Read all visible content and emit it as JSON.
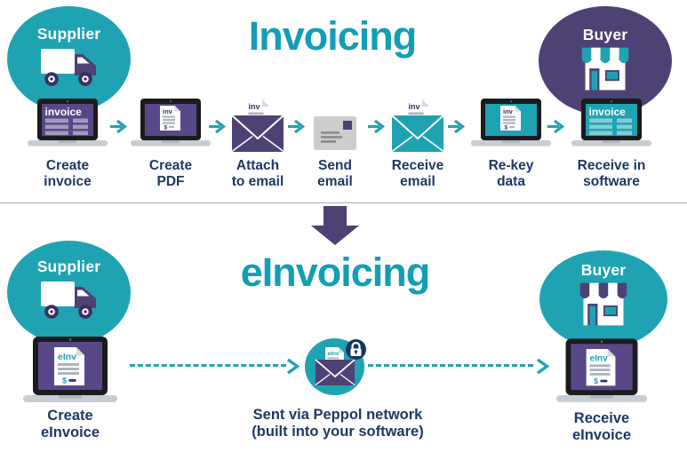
{
  "titles": {
    "invoicing": "Invoicing",
    "einvoicing": "eInvoicing"
  },
  "actors": {
    "supplier": "Supplier",
    "buyer": "Buyer"
  },
  "screen_text": {
    "invoice": "invoice",
    "inv": "inv",
    "einv": "eInv",
    "dollar": "$"
  },
  "top_flow": {
    "steps": [
      {
        "icon": "laptop-invoice-purple",
        "line1": "Create",
        "line2": "invoice"
      },
      {
        "icon": "laptop-pdf-purple",
        "line1": "Create",
        "line2": "PDF"
      },
      {
        "icon": "envelope-open-purple",
        "line1": "Attach",
        "line2": "to email"
      },
      {
        "icon": "envelope-closed-gray",
        "line1": "Send",
        "line2": "email"
      },
      {
        "icon": "envelope-open-teal",
        "line1": "Receive",
        "line2": "email"
      },
      {
        "icon": "laptop-pdf-teal",
        "line1": "Re-key",
        "line2": "data"
      },
      {
        "icon": "laptop-invoice-teal",
        "line1": "Receive in",
        "line2": "software"
      }
    ]
  },
  "bottom_flow": {
    "create": {
      "line1": "Create",
      "line2": "eInvoice"
    },
    "network": {
      "line1": "Sent via Peppol network",
      "line2": "(built into your software)"
    },
    "receive": {
      "line1": "Receive",
      "line2": "eInvoice"
    }
  },
  "colors": {
    "teal": "#1FA3B3",
    "teal_title": "#129EB4",
    "purple": "#4E4174",
    "purple_screen": "#584888",
    "navy_text": "#1F3864",
    "lock_navy": "#14375E",
    "envelope_gray": "#CDCDCD",
    "divider_gray": "#ABABAB",
    "doc_ink": "#39305F"
  }
}
